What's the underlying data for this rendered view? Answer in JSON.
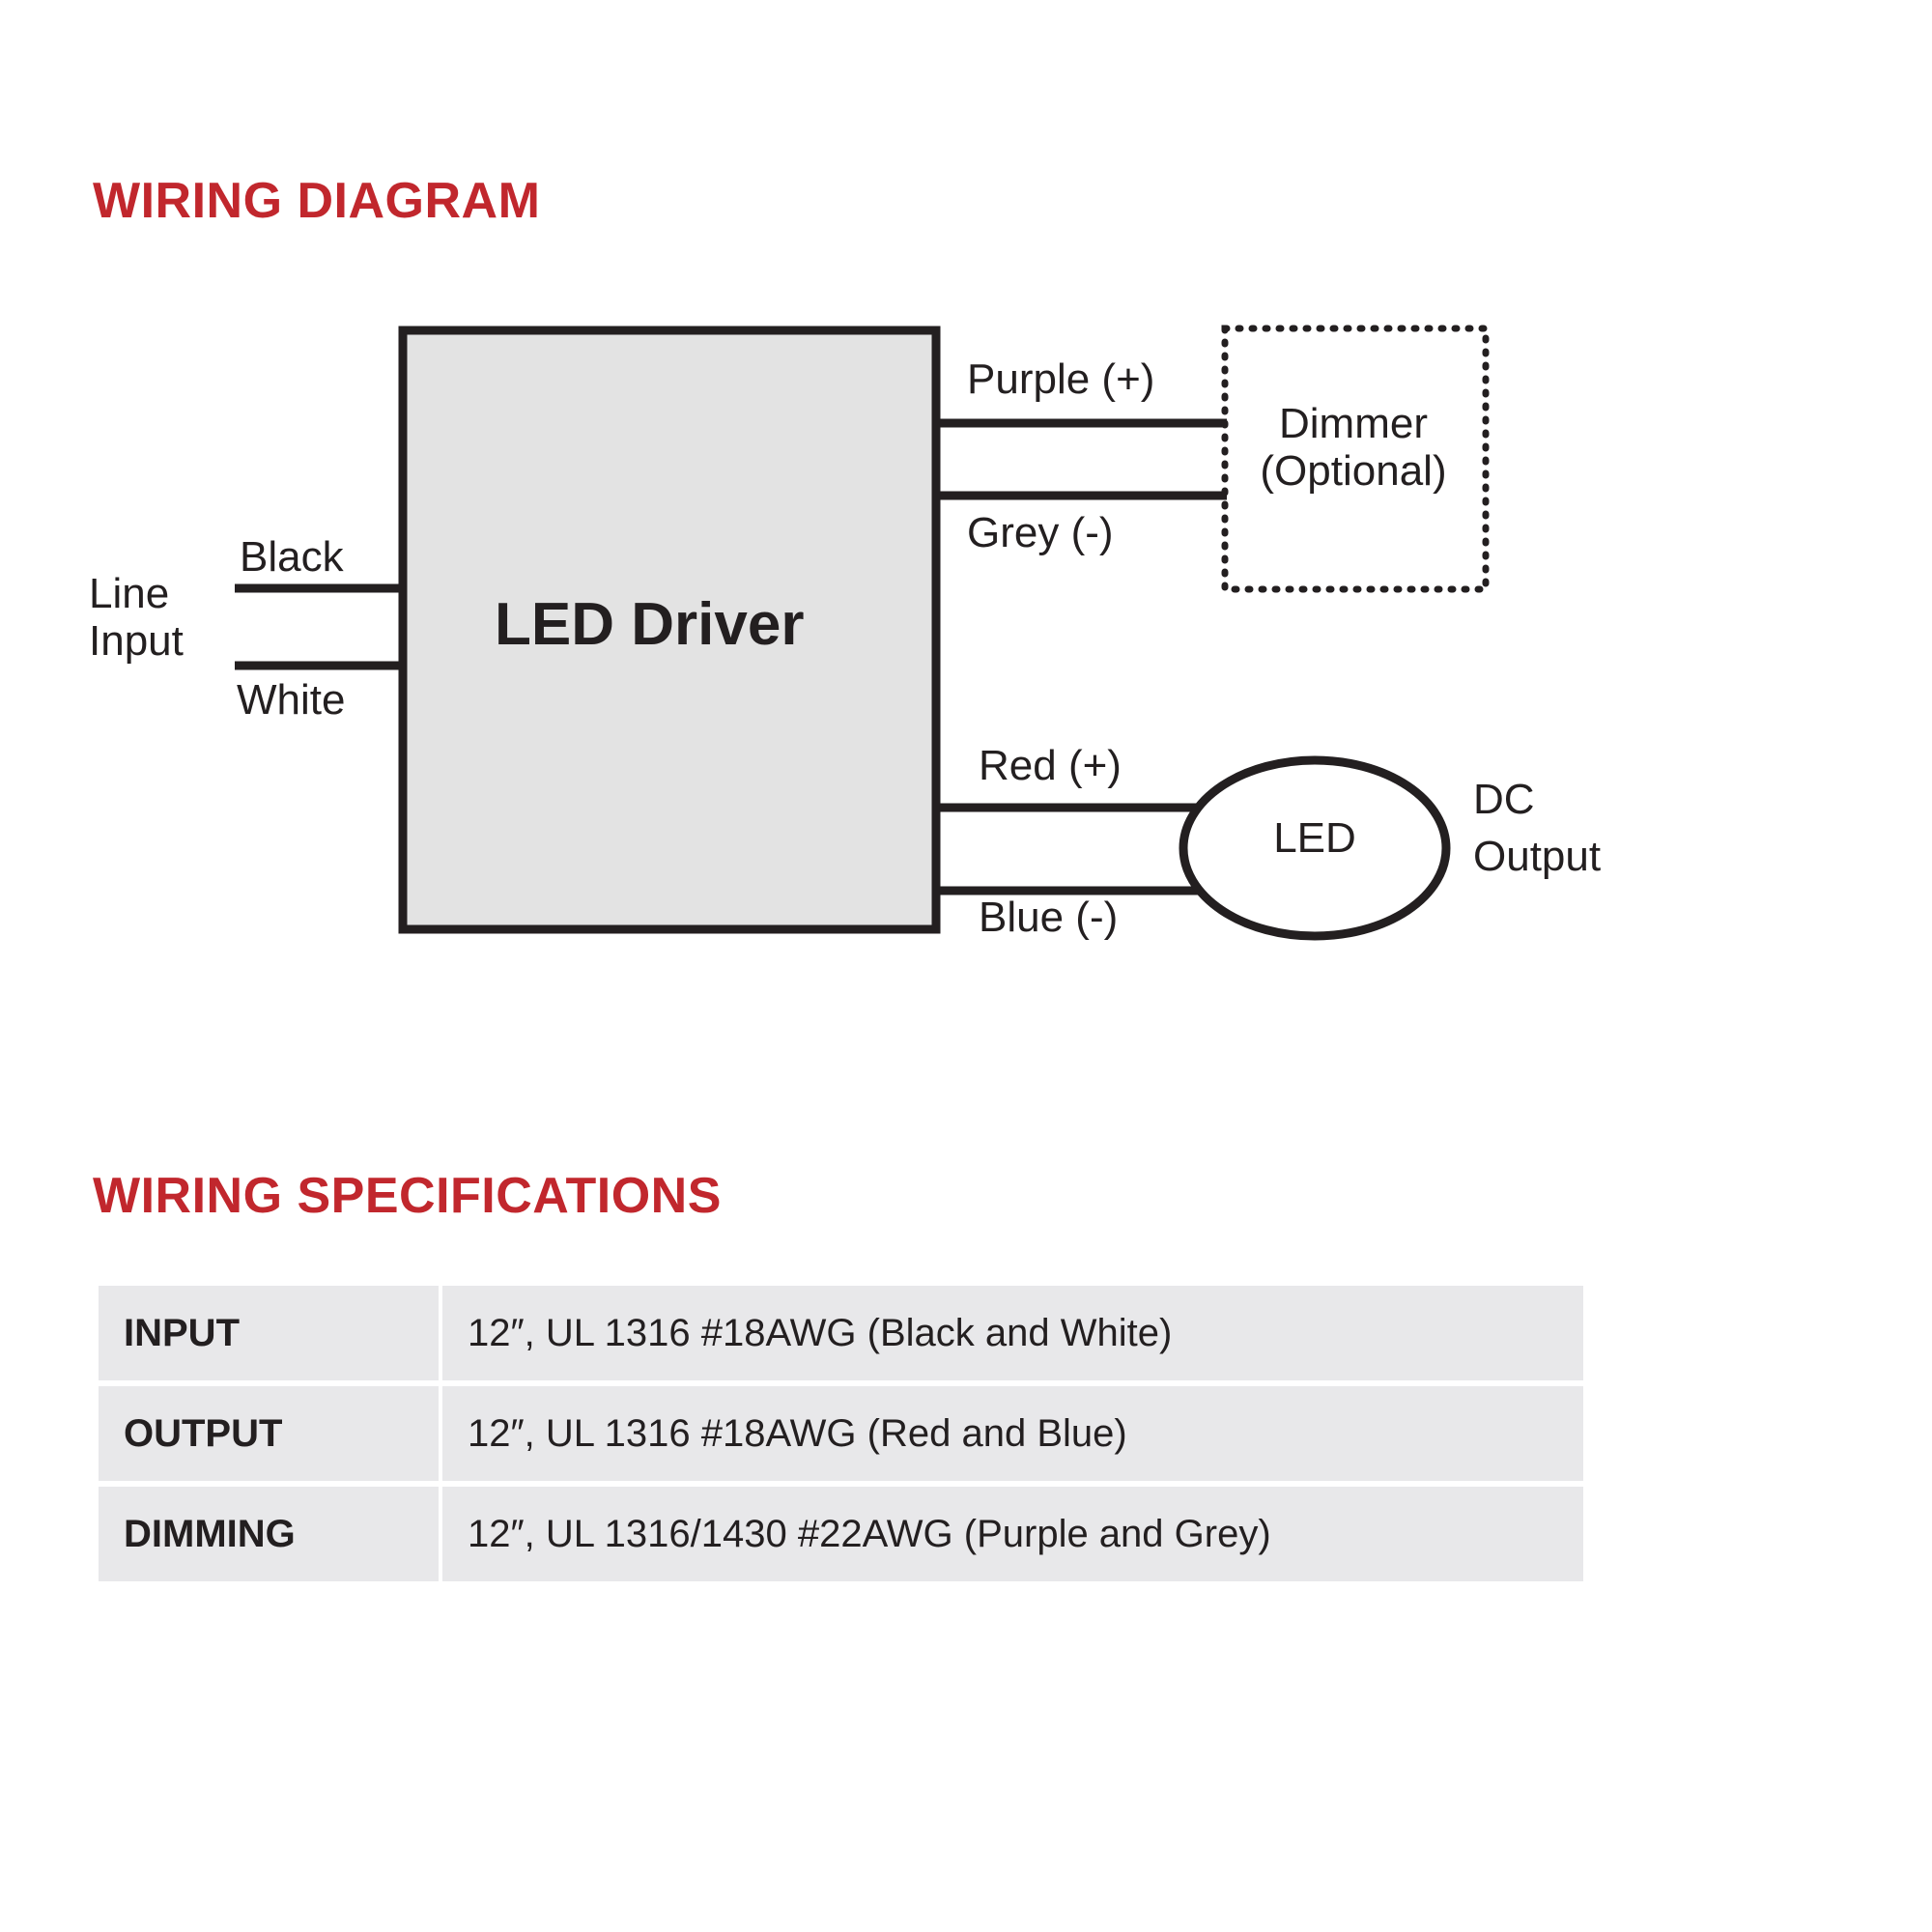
{
  "sections": {
    "diagram_heading": "WIRING DIAGRAM",
    "spec_heading": "WIRING SPECIFICATIONS"
  },
  "diagram": {
    "driver_box_label": "LED Driver",
    "line_input_label": "Line\nInput",
    "line_input_line1": "Line",
    "line_input_line2": "Input",
    "input_wires": [
      {
        "name": "black-wire",
        "label": "Black"
      },
      {
        "name": "white-wire",
        "label": "White"
      }
    ],
    "dimming_wires": [
      {
        "name": "purple-wire",
        "label": "Purple (+)"
      },
      {
        "name": "grey-wire",
        "label": "Grey (-)"
      }
    ],
    "output_wires": [
      {
        "name": "red-wire",
        "label": "Red (+)"
      },
      {
        "name": "blue-wire",
        "label": "Blue (-)"
      }
    ],
    "dimmer_box": {
      "line1": "Dimmer",
      "line2": "(Optional)",
      "border_style": "dotted"
    },
    "led_node_label": "LED",
    "dc_output": {
      "line1": "DC",
      "line2": "Output"
    }
  },
  "spec_table": {
    "rows": [
      {
        "key": "INPUT",
        "value": "12″, UL 1316 #18AWG (Black and White)"
      },
      {
        "key": "OUTPUT",
        "value": "12″, UL 1316 #18AWG (Red and Blue)"
      },
      {
        "key": "DIMMING",
        "value": "12″, UL 1316/1430 #22AWG (Purple and Grey)"
      }
    ]
  },
  "colors": {
    "heading_red": "#c1272d",
    "ink": "#231f20",
    "driver_fill": "#e3e3e3",
    "table_cell": "#e8e8ea",
    "page_background": "#ffffff"
  }
}
